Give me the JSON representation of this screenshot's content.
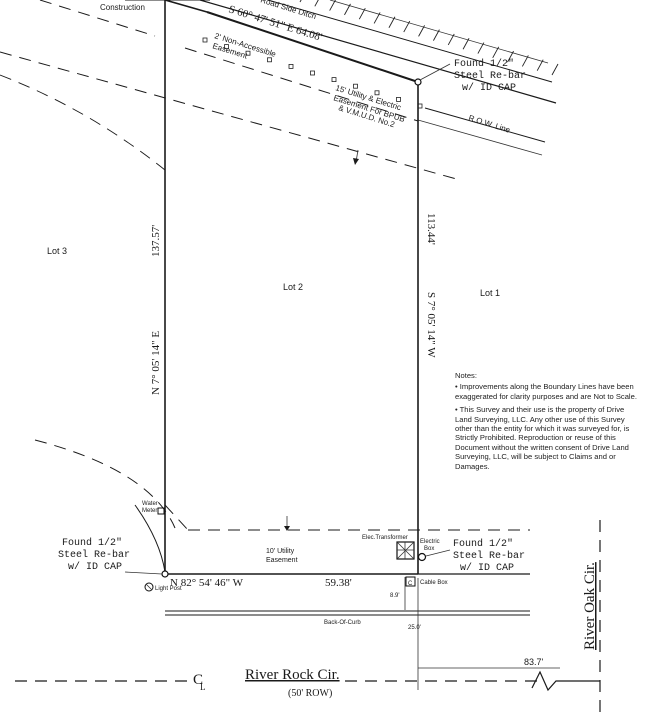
{
  "lots": {
    "lot3": "Lot 3",
    "lot2": "Lot 2",
    "lot1": "Lot 1"
  },
  "bearings": {
    "north": "S 60° 47' 51\" E  64.08'",
    "west": "N 7° 05' 14\" E",
    "west_dist": "137.57'",
    "east": "S 7° 05' 14\" W",
    "east_dist": "113.44'",
    "south": "N 82° 54' 46\" W",
    "south_dist": "59.38'"
  },
  "labels": {
    "construction": "Construction",
    "road_side_ditch": "Road Side Ditch",
    "non_access_1": "2' Non-Accessible",
    "non_access_2": "Easement",
    "utility_1": "15' Utility & Electric",
    "utility_2": "Easement For BPUB",
    "utility_3": "& V.M.U.D. No.2",
    "row_line": "R.O.W. Line",
    "rebar_ne_1": "Found 1/2\"",
    "rebar_ne_2": "Steel Re-bar",
    "rebar_ne_3": "w/ ID CAP",
    "rebar_sw_1": "Found 1/2\"",
    "rebar_sw_2": "Steel Re-bar",
    "rebar_sw_3": "w/ ID CAP",
    "rebar_se_1": "Found 1/2\"",
    "rebar_se_2": "Steel Re-bar",
    "rebar_se_3": "w/ ID CAP",
    "water_meter_1": "Water",
    "water_meter_2": "Meter",
    "elec_transformer": "Elec.Transformer",
    "electric_box_1": "Electric",
    "electric_box_2": "Box",
    "utility_easement_1": "10' Utility",
    "utility_easement_2": "Easement",
    "light_post": "Light Post",
    "cable_box": "Cable Box",
    "dim_89": "8.9'",
    "back_of_curb": "Back-Of-Curb",
    "dim_250": "25.0'",
    "dim_837": "83.7'",
    "cl_c": "C",
    "cl_l": "L",
    "river_rock": "River Rock Cir.",
    "row_50": "(50' ROW)",
    "river_oak": "River Oak Cir.",
    "cable_c": "C"
  },
  "notes": {
    "heading": "Notes:",
    "item1": "•  Improvements along the Boundary Lines have been exaggerated for clarity purposes and are Not to Scale.",
    "item2": "•  This Survey and their use is the property of Drive Land Surveying, LLC. Any other use of this Survey other than the entity for which it was surveyed for, is Strictly Prohibited. Reproduction or reuse of this Document without the written consent of Drive Land Surveying, LLC, will be subject to Claims and or Damages."
  }
}
